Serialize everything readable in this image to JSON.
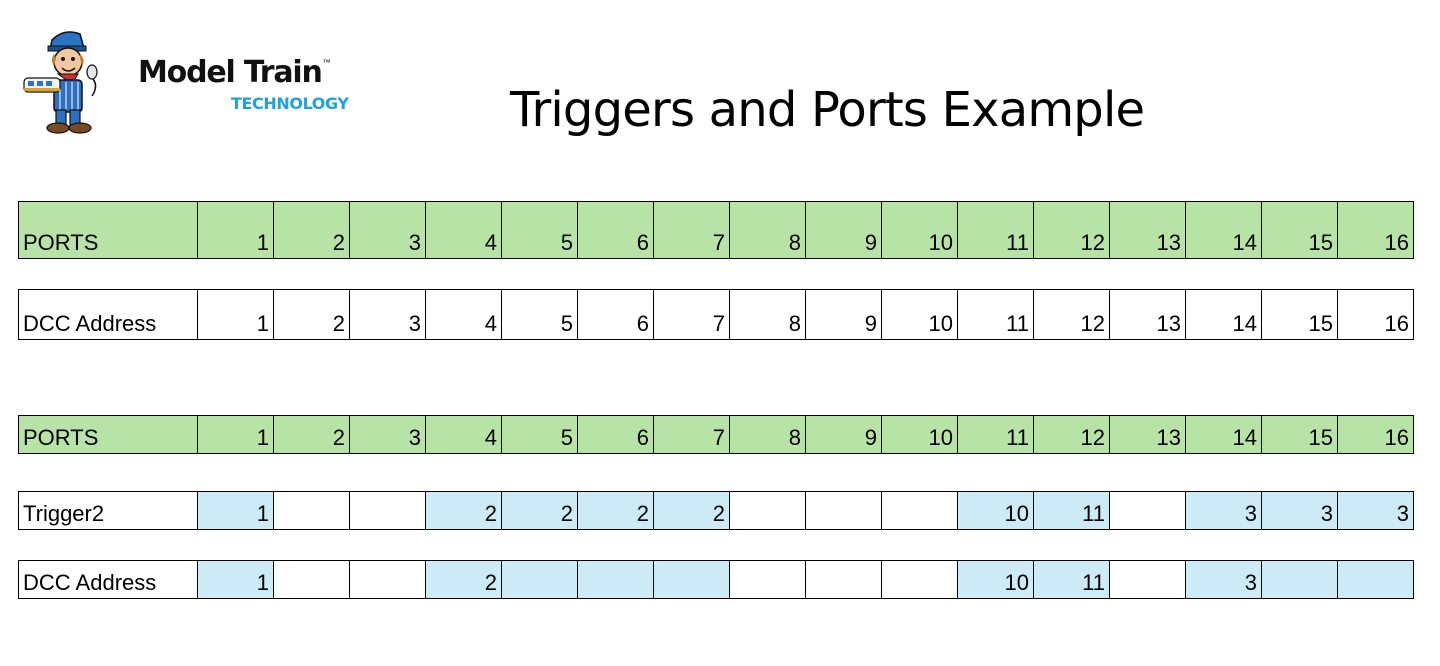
{
  "brand": {
    "name": "Model Train",
    "sub": "TECHNOLOGY",
    "trademark": "™",
    "colors": {
      "primary": "#111111",
      "accent": "#1da1e2"
    }
  },
  "title": "Triggers and Ports Example",
  "colors": {
    "ports_fill": "#b8e3a6",
    "assigned_fill": "#cdeaf7",
    "border": "#000000"
  },
  "table1": {
    "ports": {
      "label": "PORTS",
      "values": [
        "1",
        "2",
        "3",
        "4",
        "5",
        "6",
        "7",
        "8",
        "9",
        "10",
        "11",
        "12",
        "13",
        "14",
        "15",
        "16"
      ]
    },
    "dcc": {
      "label": "DCC Address",
      "values": [
        "1",
        "2",
        "3",
        "4",
        "5",
        "6",
        "7",
        "8",
        "9",
        "10",
        "11",
        "12",
        "13",
        "14",
        "15",
        "16"
      ]
    }
  },
  "table2": {
    "ports": {
      "label": "PORTS",
      "values": [
        "1",
        "2",
        "3",
        "4",
        "5",
        "6",
        "7",
        "8",
        "9",
        "10",
        "11",
        "12",
        "13",
        "14",
        "15",
        "16"
      ]
    },
    "trigger": {
      "label": "Trigger2",
      "values": [
        "1",
        "",
        "",
        "2",
        "2",
        "2",
        "2",
        "",
        "",
        "",
        "10",
        "11",
        "",
        "3",
        "3",
        "3"
      ],
      "highlight": [
        true,
        false,
        false,
        true,
        true,
        true,
        true,
        false,
        false,
        false,
        true,
        true,
        false,
        true,
        true,
        true
      ]
    },
    "dcc": {
      "label": "DCC Address",
      "values": [
        "1",
        "",
        "",
        "2",
        "",
        "",
        "",
        "",
        "",
        "",
        "10",
        "11",
        "",
        "3",
        "",
        ""
      ],
      "highlight": [
        true,
        false,
        false,
        true,
        true,
        true,
        true,
        false,
        false,
        false,
        true,
        true,
        false,
        true,
        true,
        true
      ]
    }
  }
}
